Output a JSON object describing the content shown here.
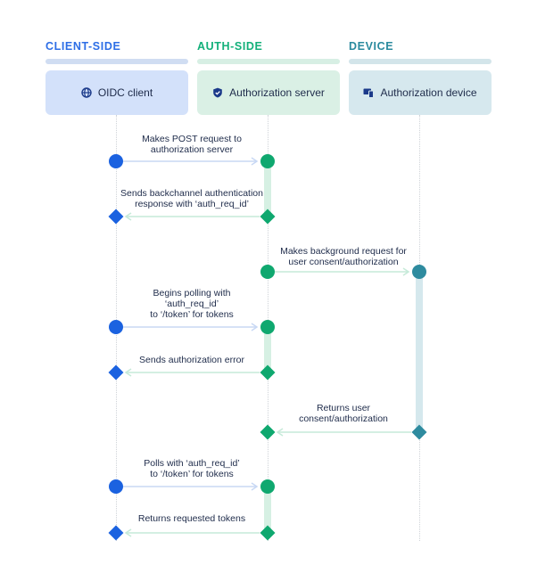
{
  "columns": [
    {
      "title": "CLIENT-SIDE",
      "color": "#2d6ee6",
      "bar_color": "#d0ddf2"
    },
    {
      "title": "AUTH-SIDE",
      "color": "#13b07a",
      "bar_color": "#d7efe4"
    },
    {
      "title": "DEVICE",
      "color": "#2a8a9e",
      "bar_color": "#d3e5ea"
    }
  ],
  "actors": [
    {
      "label": "OIDC client",
      "icon": "globe-icon",
      "box_color": "#d3e1fa"
    },
    {
      "label": "Authorization server",
      "icon": "shield-check-icon",
      "box_color": "#daf0e5"
    },
    {
      "label": "Authorization device",
      "icon": "devices-icon",
      "box_color": "#d6e8ee"
    }
  ],
  "colors": {
    "client": "#1b62e0",
    "auth": "#0fa86f",
    "device": "#2e8b9f",
    "arrow_client": "#c8d8f4",
    "arrow_auth": "#c6ead9",
    "active_auth": "#d6f0e3",
    "active_device": "#d5e8ed"
  },
  "messages": [
    {
      "text": "Makes POST request to\nauthorization server",
      "direction": "right"
    },
    {
      "text": "Sends backchannel authentication\nresponse with ‘auth_req_id’",
      "direction": "left"
    },
    {
      "text": "Makes background request for\nuser consent/authorization",
      "direction": "right"
    },
    {
      "text": "Begins polling with\n‘auth_req_id’\nto ‘/token’ for tokens",
      "direction": "right"
    },
    {
      "text": "Sends authorization error",
      "direction": "left"
    },
    {
      "text": "Returns user\nconsent/authorization",
      "direction": "left"
    },
    {
      "text": "Polls with ‘auth_req_id’\nto ‘/token’ for tokens",
      "direction": "right"
    },
    {
      "text": "Returns requested tokens",
      "direction": "left"
    }
  ]
}
